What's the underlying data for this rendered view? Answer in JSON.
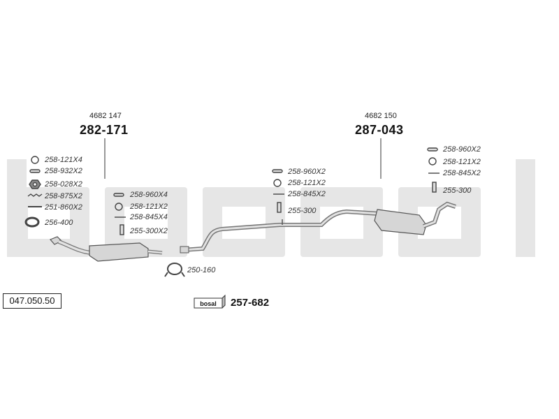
{
  "diagram_ref": "047.050.50",
  "watermark_text": "bosal",
  "colors": {
    "watermark": "#e6e6e6",
    "part_stroke": "#555555",
    "part_fill": "#d6d6d6"
  },
  "front_muffler": {
    "oem": "4682 147",
    "part_no": "282-171"
  },
  "rear_muffler": {
    "oem": "4682 150",
    "part_no": "287-043"
  },
  "paste_kit": {
    "logo": "bosal",
    "part_no": "257-682"
  },
  "fittings": {
    "front_a": [
      "258-121X4",
      "258-932X2",
      "258-028X2",
      "258-875X2",
      "251-860X2",
      "256-400"
    ],
    "front_b": [
      "258-960X4",
      "258-121X2",
      "258-845X4",
      "255-300X2"
    ],
    "clamp": "250-160",
    "mid": [
      "258-960X2",
      "258-121X2",
      "258-845X2",
      "255-300"
    ],
    "rear": [
      "258-960X2",
      "258-121X2",
      "258-845X2",
      "255-300"
    ]
  }
}
